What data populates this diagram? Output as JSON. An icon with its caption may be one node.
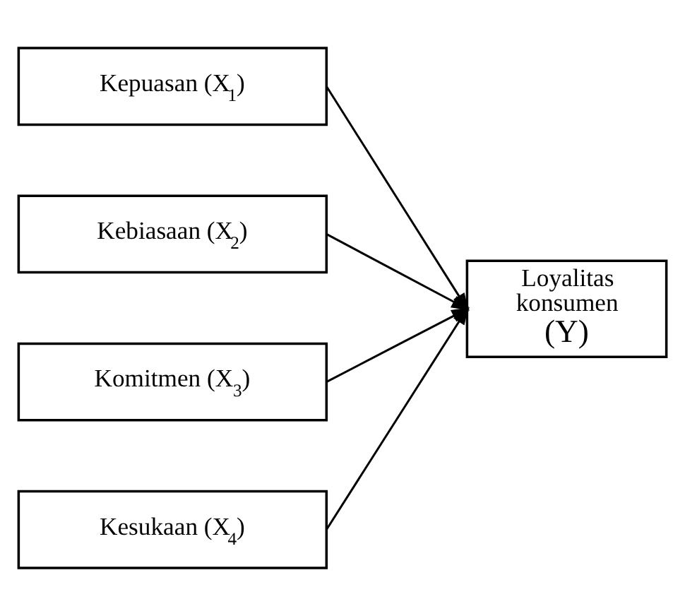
{
  "diagram": {
    "nodes": [
      {
        "text": [
          "Kepuasan (X$_{1}$)"
        ]
      },
      {
        "text": [
          "Kebiasaan (X$_{2}$)"
        ]
      },
      {
        "text": [
          "Komitmen (X$_{3}$)"
        ]
      },
      {
        "text": [
          "Kesukaan (X$_{4}$)"
        ]
      },
      {
        "text": [
          "Loyalitas konsumen",
          "(Y)"
        ]
      }
    ],
    "edges": [
      {
        "from": 0,
        "to": 4,
        "arrow": "to"
      },
      {
        "from": 1,
        "to": 4,
        "arrow": "to"
      },
      {
        "from": 2,
        "to": 4,
        "arrow": "to"
      },
      {
        "from": 3,
        "to": 4,
        "arrow": "to"
      }
    ]
  }
}
